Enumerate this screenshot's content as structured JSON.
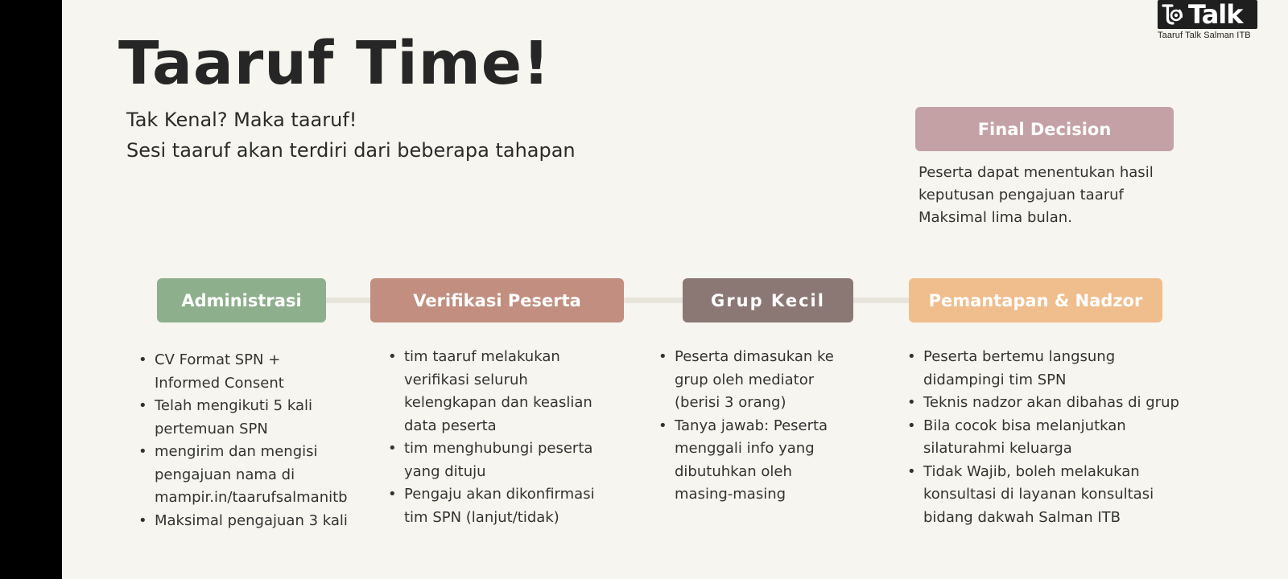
{
  "logo": {
    "word": "Talk",
    "subtitle": "Taaruf Talk Salman ITB",
    "icon": "taaruf-talk-logo-icon"
  },
  "title": "Taaruf Time!",
  "subtitle": {
    "line1": "Tak Kenal? Maka taaruf!",
    "line2": "Sesi taaruf akan terdiri dari beberapa tahapan"
  },
  "final": {
    "label": "Final Decision",
    "lines": [
      "Peserta dapat menentukan hasil",
      "keputusan pengajuan taaruf",
      "Maksimal lima bulan."
    ],
    "color": "#c4a1a5"
  },
  "stages": [
    {
      "label": "Administrasi",
      "color": "#8daf8c",
      "items": [
        "CV Format SPN +\nInformed Consent",
        "Telah mengikuti 5 kali\npertemuan SPN",
        "mengirim dan mengisi\npengajuan nama di\nmampir.in/taarufsalmanitb",
        "Maksimal pengajuan 3 kali"
      ]
    },
    {
      "label": "Verifikasi Peserta",
      "color": "#c18e7f",
      "items": [
        "tim taaruf melakukan\nverifikasi seluruh\nkelengkapan dan keaslian\ndata peserta",
        "tim menghubungi peserta\nyang dituju",
        "Pengaju akan dikonfirmasi\ntim SPN (lanjut/tidak)"
      ]
    },
    {
      "label": "Grup Kecil",
      "color": "#8b7874",
      "items": [
        "Peserta dimasukan ke\ngrup oleh mediator\n(berisi 3 orang)",
        "Tanya jawab: Peserta\nmenggali info yang\ndibutuhkan oleh\nmasing-masing"
      ]
    },
    {
      "label": "Pemantapan & Nadzor",
      "color": "#f0bd8c",
      "items": [
        "Peserta bertemu langsung\ndidampingi tim SPN",
        "Teknis nadzor akan dibahas di grup",
        "Bila cocok bisa melanjutkan\nsilaturahmi keluarga",
        "Tidak Wajib, boleh melakukan\nkonsultasi di layanan konsultasi\nbidang dakwah Salman ITB"
      ]
    }
  ]
}
